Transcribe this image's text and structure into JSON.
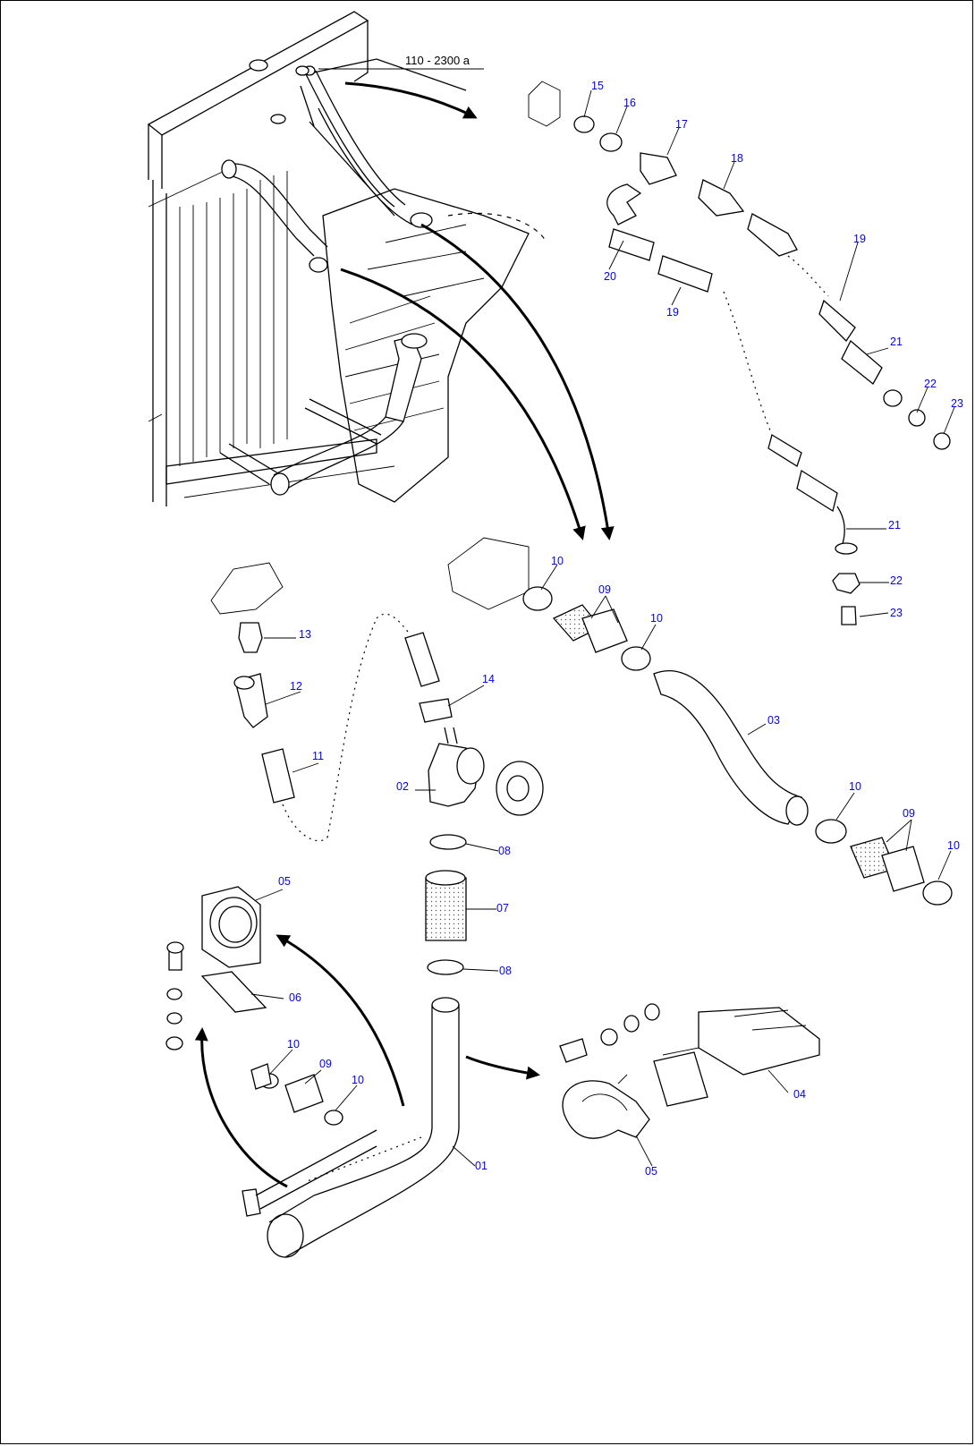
{
  "reference_label": "110 - 2300 a",
  "callouts": {
    "c01": "01",
    "c02": "02",
    "c03": "03",
    "c04": "04",
    "c05a": "05",
    "c05b": "05",
    "c06": "06",
    "c07": "07",
    "c08a": "08",
    "c08b": "08",
    "c09a": "09",
    "c09b": "09",
    "c09c": "09",
    "c10a": "10",
    "c10b": "10",
    "c10c": "10",
    "c10d": "10",
    "c10e": "10",
    "c10f": "10",
    "c11": "11",
    "c12": "12",
    "c13": "13",
    "c14": "14",
    "c15": "15",
    "c16": "16",
    "c17": "17",
    "c18": "18",
    "c19a": "19",
    "c19b": "19",
    "c20": "20",
    "c21a": "21",
    "c21b": "21",
    "c22a": "22",
    "c22b": "22",
    "c23a": "23",
    "c23b": "23"
  },
  "colors": {
    "line": "#000000",
    "callout": "#0000ff",
    "background": "#ffffff"
  }
}
